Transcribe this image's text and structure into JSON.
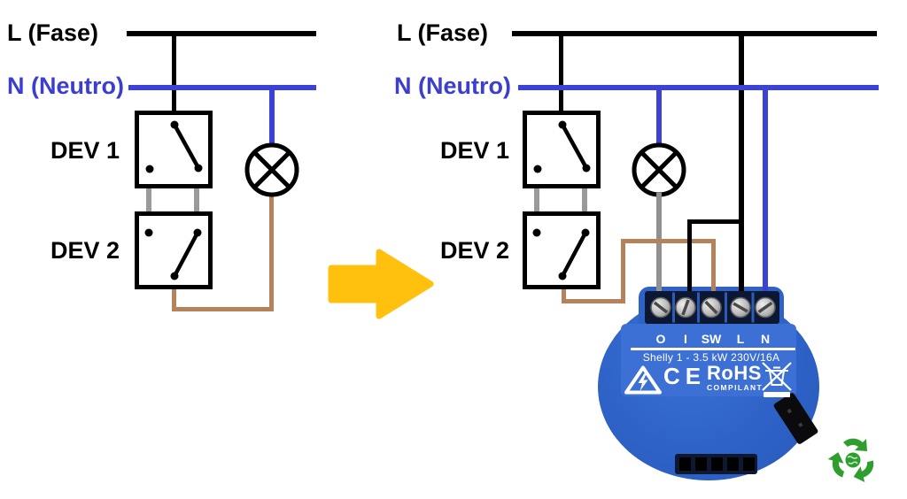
{
  "labels": {
    "fase": "L (Fase)",
    "neutro": "N (Neutro)",
    "dev1": "DEV 1",
    "dev2": "DEV 2"
  },
  "shelly": {
    "terminals": [
      "O",
      "I",
      "SW",
      "L",
      "N"
    ],
    "model_label": "Shelly 1 - 3.5 kW 230V/16A",
    "ce_text": "CE",
    "rohs_text": "RoHS",
    "rohs_sub": "COMPILANT"
  },
  "colors": {
    "wire_phase_black": "#000000",
    "wire_neutral_blue": "#3c42d4",
    "wire_lamp_gray": "#919191",
    "wire_switch_brown": "#b5825a",
    "switch_link_gray": "#9a9a9a",
    "arrow_yellow": "#ffc10d",
    "shelly_body_blue": "#2e62c7",
    "shelly_sticker_blue": "#3d70d4",
    "shelly_terminal_navy": "#0c1733",
    "neutral_label_blue": "#3c3ed0",
    "recycle_green": "#2f9e2f"
  }
}
